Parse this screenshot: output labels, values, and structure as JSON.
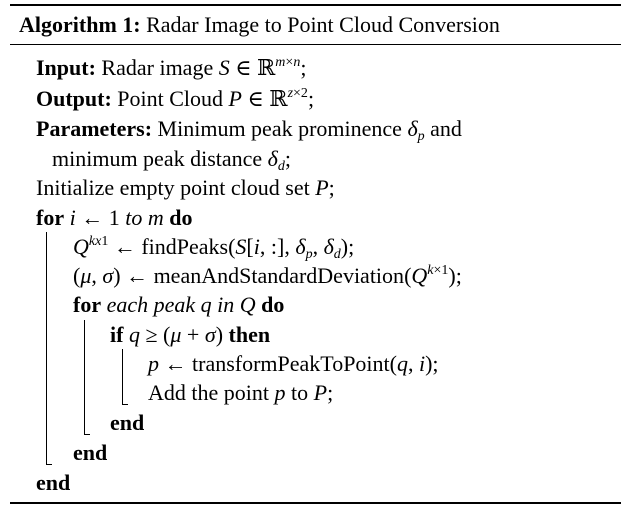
{
  "caption": {
    "label": "Algorithm 1:",
    "title": "Radar Image to Point Cloud Conversion"
  },
  "io": {
    "input_label": "Input:",
    "input_text": "Radar image",
    "output_label": "Output:",
    "output_text": "Point Cloud",
    "params_label": "Parameters:",
    "params_text": "Minimum peak prominence",
    "params_and": "and",
    "params_line2": "minimum peak distance"
  },
  "body": {
    "init": "Initialize empty point cloud set",
    "kw_for": "for",
    "kw_to": "to",
    "kw_do": "do",
    "find_peaks": "findPeaks",
    "mean_std": "meanAndStandardDeviation",
    "for_each_pre": "each peak",
    "for_each_in": "in",
    "kw_if": "if",
    "kw_then": "then",
    "transform": "transformPeakToPoint",
    "add_pre": "Add the point",
    "add_to": "to",
    "kw_end": "end"
  }
}
